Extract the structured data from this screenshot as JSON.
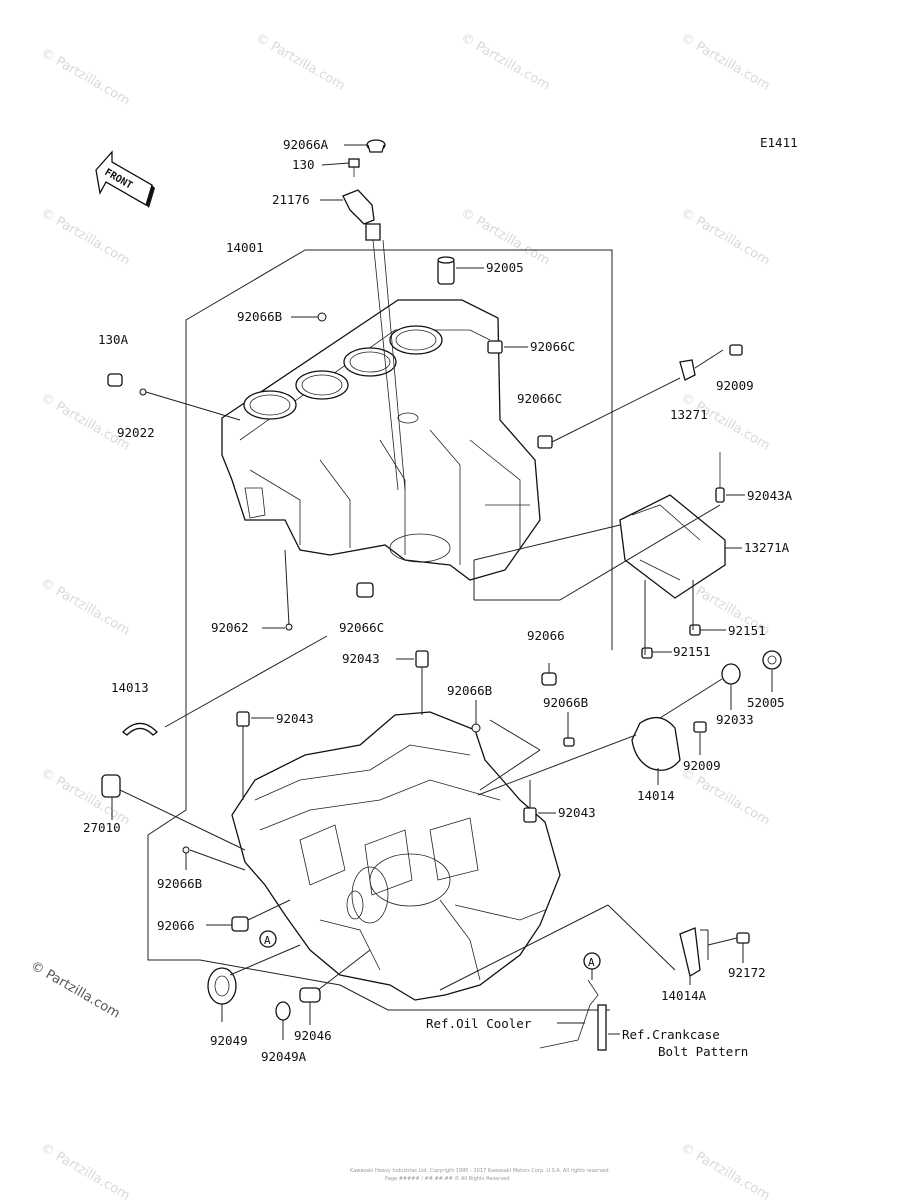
{
  "diagram_id": "E1411",
  "front_label": "FRONT",
  "watermark": "© Partzilla.com",
  "callout_a": "A",
  "footer_line1": "Kawasaki Heavy Industries Ltd. Copyright 1995 - 2017 Kawasaki Motors Corp. U.S.A. All rights reserved.",
  "footer_line2": "Page ##### / ##.##.## © All Rights Reserved",
  "labels": {
    "p92066A": "92066A",
    "p130": "130",
    "p21176": "21176",
    "p14001": "14001",
    "p92005": "92005",
    "p92066B_top": "92066B",
    "p92066C_a": "92066C",
    "p130A": "130A",
    "p92022": "92022",
    "p92066C_b": "92066C",
    "p92009_top": "92009",
    "p13271": "13271",
    "p92043A": "92043A",
    "p13271A": "13271A",
    "p92062": "92062",
    "p92066C_c": "92066C",
    "p92066_top": "92066",
    "p92043_top": "92043",
    "p92151_a": "92151",
    "p92151_b": "92151",
    "p14013": "14013",
    "p92043_mid": "92043",
    "p92066B_mid": "92066B",
    "p92066B_right": "92066B",
    "p52005": "52005",
    "p92033": "92033",
    "p92009_mid": "92009",
    "p14014": "14014",
    "p27010": "27010",
    "p92043_low": "92043",
    "p92066B_low": "92066B",
    "p92066_low": "92066",
    "p92049": "92049",
    "p92046": "92046",
    "p92049A": "92049A",
    "p92172": "92172",
    "p14014A": "14014A",
    "ref_oil_cooler": "Ref.Oil Cooler",
    "ref_crankcase_1": "Ref.Crankcase",
    "ref_crankcase_2": "Bolt Pattern"
  }
}
